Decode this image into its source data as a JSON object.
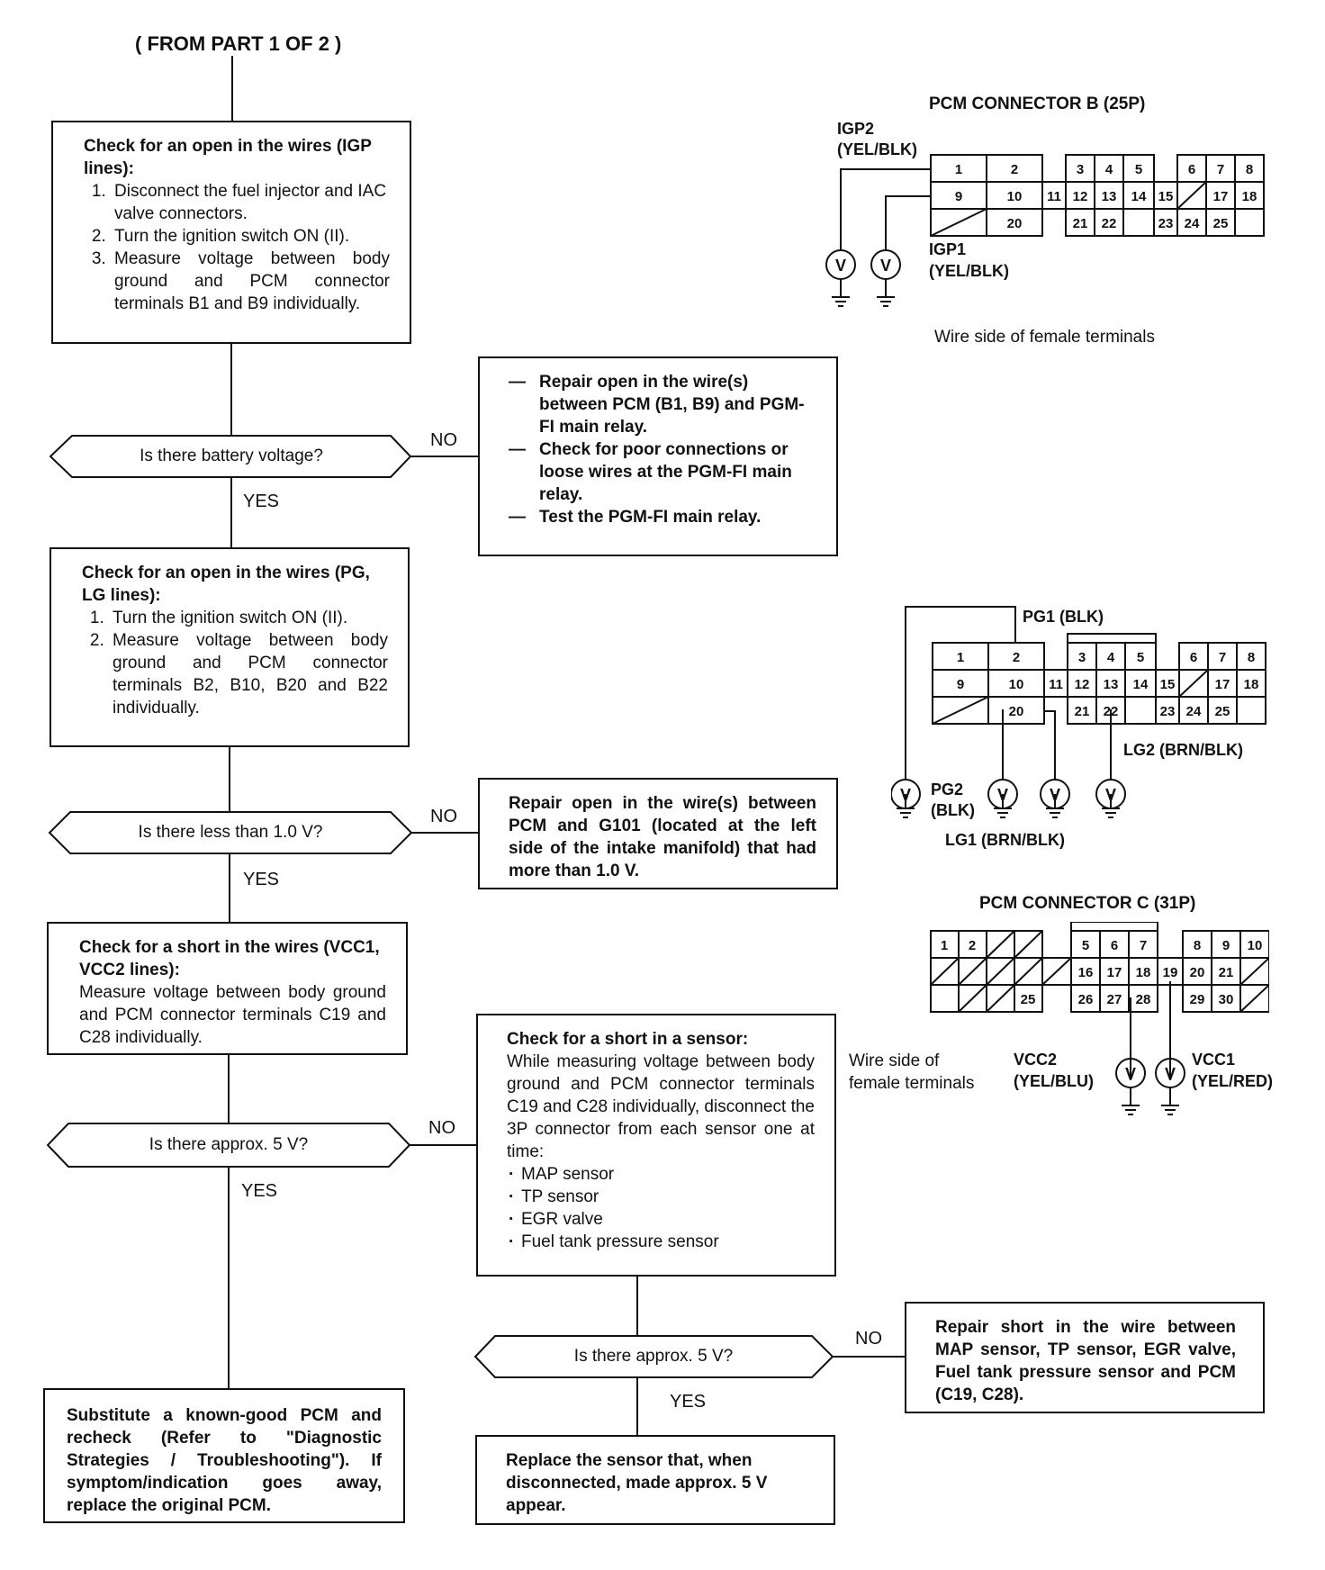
{
  "header": {
    "from_label": "( FROM PART 1 OF 2 )"
  },
  "boxes": {
    "igp_check": {
      "title": "Check for an open in the wires (IGP lines):",
      "steps": [
        "Disconnect the fuel injector and IAC valve connectors.",
        "Turn the ignition switch ON (II).",
        "Measure voltage between body ground and PCM connector terminals B1 and B9 individually."
      ]
    },
    "repair_igp": {
      "items": [
        "Repair open in the wire(s) between PCM (B1, B9) and PGM-FI main relay.",
        "Check for poor connections or loose wires at the PGM-FI main relay.",
        "Test the PGM-FI main relay."
      ]
    },
    "pg_lg_check": {
      "title": "Check for an open in the wires (PG, LG lines):",
      "steps": [
        "Turn the ignition switch ON (II).",
        "Measure voltage between body ground and PCM connector terminals B2, B10, B20 and B22 individually."
      ]
    },
    "repair_g101": {
      "text": "Repair open in the wire(s) between PCM and G101 (located at the left side of the intake manifold) that had more than 1.0 V."
    },
    "vcc_check": {
      "title": "Check for a short in the wires (VCC1, VCC2 lines):",
      "text": "Measure voltage between body ground and PCM connector terminals C19 and C28 individually."
    },
    "sensor_check": {
      "title": "Check for a short in a sensor:",
      "text": "While measuring voltage between body ground and PCM connector terminals C19 and C28 individually, disconnect the 3P connector from each sensor one at time:",
      "items": [
        "MAP sensor",
        "TP sensor",
        "EGR valve",
        "Fuel tank pressure sensor"
      ]
    },
    "substitute_pcm": {
      "text": "Substitute a known-good PCM and recheck (Refer to \"Diagnostic Strategies / Troubleshooting\"). If symptom/indication goes away, replace the original PCM."
    },
    "replace_sensor": {
      "text": "Replace the sensor that, when disconnected, made approx. 5 V appear."
    },
    "repair_short": {
      "text": "Repair short in the wire between MAP sensor, TP sensor, EGR valve, Fuel tank pressure sensor and PCM (C19, C28)."
    }
  },
  "decisions": {
    "battery_voltage": "Is there battery voltage?",
    "less_than_1v": "Is there less than 1.0 V?",
    "approx_5v_a": "Is there approx. 5 V?",
    "approx_5v_b": "Is there approx. 5 V?"
  },
  "branch_labels": {
    "yes": "YES",
    "no": "NO"
  },
  "connector_b": {
    "title": "PCM CONNECTOR B (25P)",
    "caption": "Wire side of female terminals",
    "row1": [
      "1",
      "2",
      "3",
      "4",
      "5",
      "6",
      "7",
      "8"
    ],
    "row2": [
      "9",
      "10",
      "11",
      "12",
      "13",
      "14",
      "15",
      "17",
      "18"
    ],
    "row3": [
      "20",
      "21",
      "22",
      "23",
      "24",
      "25"
    ],
    "igp2_label": [
      "IGP2",
      "(YEL/BLK)"
    ],
    "igp1_label": [
      "IGP1",
      "(YEL/BLK)"
    ],
    "pg1_label": "PG1 (BLK)",
    "pg2_label": [
      "PG2",
      "(BLK)"
    ],
    "lg1_label": "LG1 (BRN/BLK)",
    "lg2_label": "LG2 (BRN/BLK)"
  },
  "connector_c": {
    "title": "PCM CONNECTOR C (31P)",
    "caption": [
      "Wire side of",
      "female terminals"
    ],
    "row1": [
      "1",
      "2",
      "5",
      "6",
      "7",
      "8",
      "9",
      "10"
    ],
    "row2": [
      "16",
      "17",
      "18",
      "19",
      "20",
      "21"
    ],
    "row3": [
      "25",
      "26",
      "27",
      "28",
      "29",
      "30"
    ],
    "vcc2_label": [
      "VCC2",
      "(YEL/BLU)"
    ],
    "vcc1_label": [
      "VCC1",
      "(YEL/RED)"
    ]
  },
  "meter_symbol": "V"
}
